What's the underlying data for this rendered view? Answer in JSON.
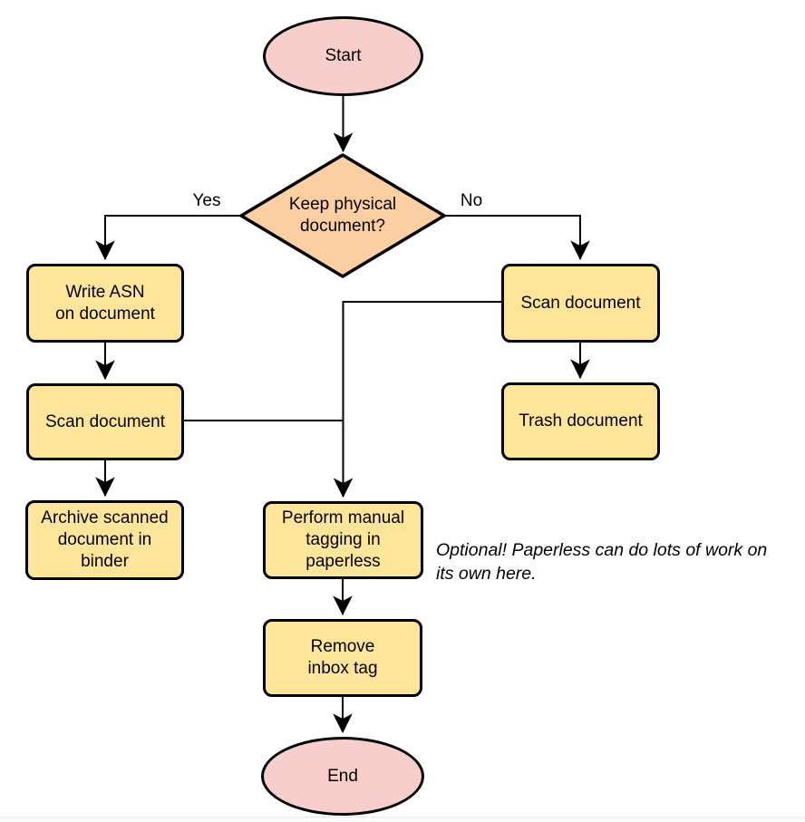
{
  "diagram_type": "flowchart",
  "colors": {
    "terminal_fill": "#F8CECC",
    "decision_fill": "#FCCFA2",
    "process_fill": "#FFE59A",
    "stroke": "#000000",
    "text": "#000000"
  },
  "nodes": {
    "start": {
      "label": "Start",
      "type": "terminal"
    },
    "decision": {
      "label": "Keep physical\ndocument?",
      "type": "decision"
    },
    "write_asn": {
      "label": "Write ASN\non document",
      "type": "process"
    },
    "scan_left": {
      "label": "Scan document",
      "type": "process"
    },
    "archive": {
      "label": "Archive scanned\ndocument in\nbinder",
      "type": "process"
    },
    "scan_right": {
      "label": "Scan document",
      "type": "process"
    },
    "trash": {
      "label": "Trash document",
      "type": "process"
    },
    "tagging": {
      "label": "Perform manual\ntagging in\npaperless",
      "type": "process"
    },
    "remove_inbox": {
      "label": "Remove\ninbox tag",
      "type": "process"
    },
    "end": {
      "label": "End",
      "type": "terminal"
    }
  },
  "edge_labels": {
    "yes": "Yes",
    "no": "No"
  },
  "note": {
    "text": "Optional! Paperless can do lots of work on\nits own here."
  }
}
